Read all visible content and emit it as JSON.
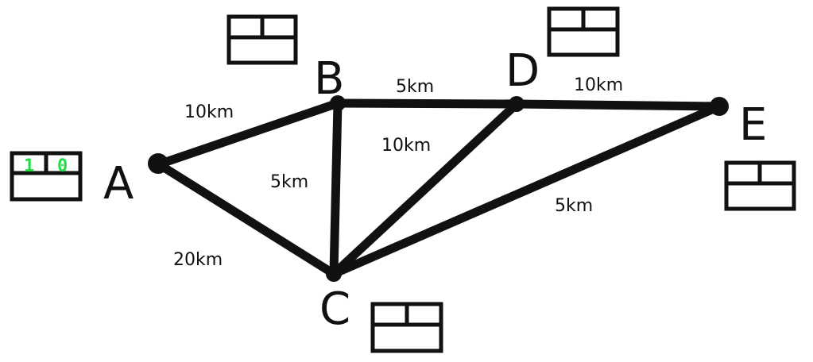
{
  "nodes": [
    {
      "id": "A",
      "label": "A",
      "table": {
        "distance": "1",
        "previous": "0"
      }
    },
    {
      "id": "B",
      "label": "B",
      "table": {}
    },
    {
      "id": "C",
      "label": "C",
      "table": {}
    },
    {
      "id": "D",
      "label": "D",
      "table": {}
    },
    {
      "id": "E",
      "label": "E",
      "table": {}
    }
  ],
  "edges": [
    {
      "from": "A",
      "to": "B",
      "weight": "10km"
    },
    {
      "from": "B",
      "to": "D",
      "weight": "5km"
    },
    {
      "from": "D",
      "to": "E",
      "weight": "10km"
    },
    {
      "from": "C",
      "to": "D",
      "weight": "10km"
    },
    {
      "from": "B",
      "to": "C",
      "weight": "5km"
    },
    {
      "from": "C",
      "to": "E",
      "weight": "5km"
    },
    {
      "from": "A",
      "to": "C",
      "weight": "20km"
    }
  ],
  "colors": {
    "ink": "#111111",
    "value": "#22dd44"
  }
}
